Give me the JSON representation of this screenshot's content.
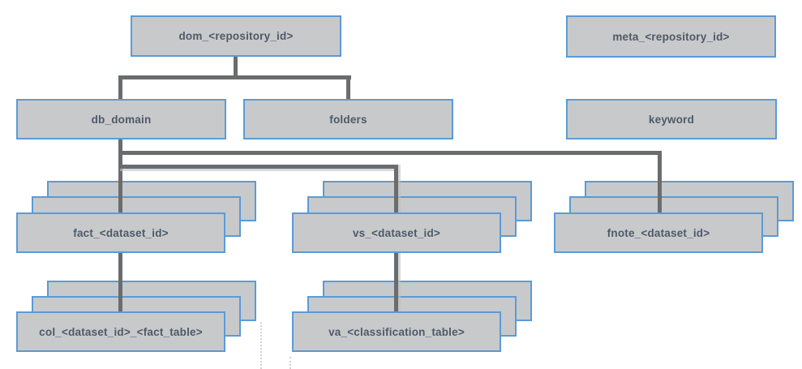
{
  "diagram": {
    "title": "repository database table hierarchy",
    "nodes": {
      "dom": {
        "label": "dom_<repository_id>",
        "stacked": false
      },
      "meta": {
        "label": "meta_<repository_id>",
        "stacked": false
      },
      "db_domain": {
        "label": "db_domain",
        "stacked": false
      },
      "folders": {
        "label": "folders",
        "stacked": false
      },
      "keyword": {
        "label": "keyword",
        "stacked": false
      },
      "fact": {
        "label": "fact_<dataset_id>",
        "stacked": true,
        "stack_count": 3
      },
      "vs": {
        "label": "vs_<dataset_id>",
        "stacked": true,
        "stack_count": 3
      },
      "fnote": {
        "label": "fnote_<dataset_id>",
        "stacked": true,
        "stack_count": 3
      },
      "col": {
        "label": "col_<dataset_id>_<fact_table>",
        "stacked": true,
        "stack_count": 3
      },
      "va": {
        "label": "va_<classification_table>",
        "stacked": true,
        "stack_count": 3
      }
    },
    "edges": [
      {
        "from": "dom_<repository_id>",
        "to": "db_domain"
      },
      {
        "from": "dom_<repository_id>",
        "to": "folders"
      },
      {
        "from": "db_domain",
        "to": "fact_<dataset_id>"
      },
      {
        "from": "db_domain",
        "to": "vs_<dataset_id>"
      },
      {
        "from": "db_domain",
        "to": "fnote_<dataset_id>"
      },
      {
        "from": "fact_<dataset_id>",
        "to": "col_<dataset_id>_<fact_table>"
      },
      {
        "from": "vs_<dataset_id>",
        "to": "va_<classification_table>"
      }
    ],
    "colors": {
      "node_fill": "#c8c9cb",
      "node_border": "#5b9bd5",
      "node_text": "#4e5a68",
      "connector": "#6a6c6d",
      "background": "#ffffff"
    }
  }
}
